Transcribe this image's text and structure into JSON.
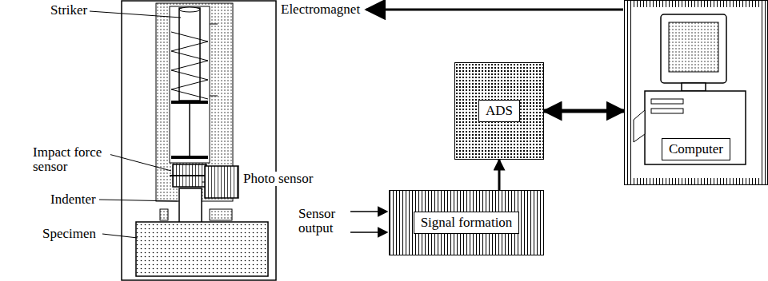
{
  "diagram": {
    "nodes": [
      {
        "text": [
          "ADS"
        ]
      },
      {
        "text": [
          "Computer"
        ]
      },
      {
        "text": [
          "Signal formation"
        ]
      }
    ],
    "edges": [
      {
        "from": 1,
        "to": 0,
        "arrow": "both"
      },
      {
        "from": 2,
        "to": 0,
        "arrow": "to"
      }
    ],
    "labels": [
      "Striker",
      "Impact force sensor",
      "Indenter",
      "Photo sensor",
      "Specimen",
      "Electromagnet",
      "Sensor output"
    ]
  }
}
